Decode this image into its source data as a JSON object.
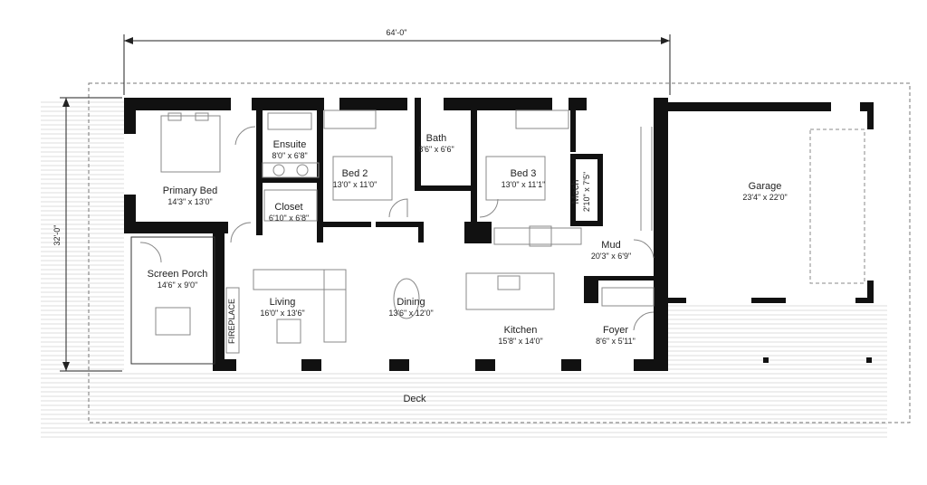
{
  "dimensions": {
    "width": "64'-0\"",
    "depth": "32'-0\""
  },
  "rooms": [
    {
      "name": "Primary Bed",
      "size": "14'3\" x 13'0\""
    },
    {
      "name": "Ensuite",
      "size": "8'0\" x 6'8\""
    },
    {
      "name": "Closet",
      "size": "6'10\" x 6'8\""
    },
    {
      "name": "Bed 2",
      "size": "13'0\" x 11'0\""
    },
    {
      "name": "Bath",
      "size": "8'6\" x 6'6\""
    },
    {
      "name": "Bed 3",
      "size": "13'0\" x 11'1\""
    },
    {
      "name": "Mech",
      "size": "2'10\" x 7'5\""
    },
    {
      "name": "Garage",
      "size": "23'4\" x 22'0\""
    },
    {
      "name": "Mud",
      "size": "20'3\" x 6'9\""
    },
    {
      "name": "Screen Porch",
      "size": "14'6\" x 9'0\""
    },
    {
      "name": "Living",
      "size": "16'0\" x 13'6\""
    },
    {
      "name": "Dining",
      "size": "13'6\" x 12'0\""
    },
    {
      "name": "Kitchen",
      "size": "15'8\" x 14'0\""
    },
    {
      "name": "Foyer",
      "size": "8'6\" x 5'11\""
    }
  ],
  "fireplace_label": "FIREPLACE",
  "deck_label": "Deck"
}
